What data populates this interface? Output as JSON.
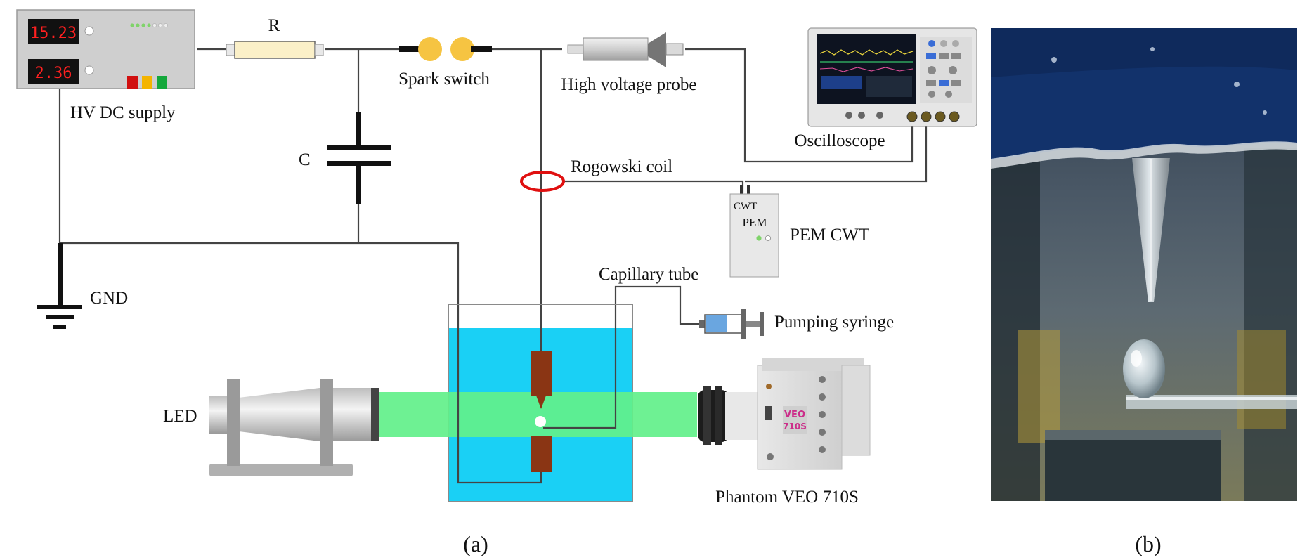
{
  "labels": {
    "hv_supply": "HV DC supply",
    "resistor": "R",
    "capacitor": "C",
    "spark_switch": "Spark switch",
    "hv_probe": "High voltage probe",
    "oscilloscope": "Oscilloscope",
    "rogowski": "Rogowski coil",
    "pem_small": "CWT",
    "pem_device": "PEM",
    "pem_cwt": "PEM CWT",
    "gnd": "GND",
    "capillary": "Capillary tube",
    "syringe": "Pumping syringe",
    "led": "LED",
    "camera": "Phantom VEO 710S",
    "camera_badge_1": "VEO",
    "camera_badge_2": "710S",
    "panel_a": "(a)",
    "panel_b": "(b)"
  },
  "hv_supply": {
    "display_top": "15.23",
    "display_bottom": "2.36"
  },
  "colors": {
    "water": "#1ad0f5",
    "light_beam": "#62f08a",
    "electrode": "#8a3514",
    "rogowski": "#e01010",
    "display_text": "#ff2020",
    "button_red": "#d11010",
    "button_yellow": "#f4b400",
    "button_green": "#14a83c",
    "spark_ball": "#f6c442",
    "resistor_body": "#fbf0c8"
  }
}
